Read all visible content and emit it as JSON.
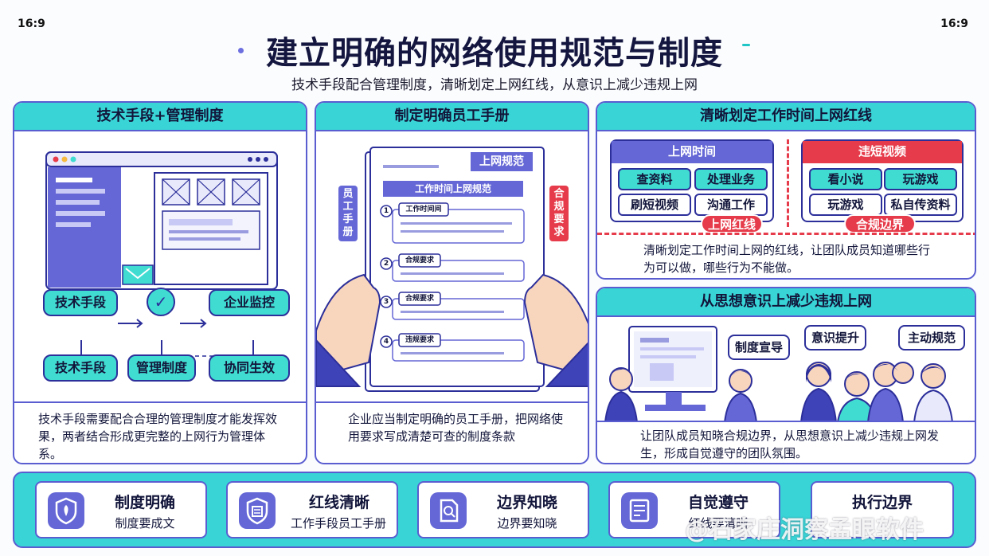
{
  "corner_labels": {
    "left": "16:9",
    "right": "16:9"
  },
  "title": "建立明确的网络使用规范与制度",
  "subtitle": "技术手段配合管理制度，清晰划定上网红线，从意识上减少违规上网",
  "panel1": {
    "header": "技术手段+管理制度",
    "nodes": {
      "tech1": "技术手段",
      "monitor": "企业监控",
      "tech2": "技术手段",
      "mgmt": "管理制度",
      "synergy": "协同生效"
    },
    "check_icon": "✓",
    "description": "技术手段需要配合合理的管理制度才能发挥效果，两者结合形成更完整的上网行为管理体系。"
  },
  "panel2": {
    "header": "制定明确员工手册",
    "doc_tab": "上网规范",
    "doc_heading": "工作时间上网规范",
    "side_left": "员工手册",
    "side_right": "合规要求",
    "items": [
      {
        "num": "1",
        "label": "工作时间间"
      },
      {
        "num": "2",
        "label": "合规要求"
      },
      {
        "num": "3",
        "label": "合规要求"
      },
      {
        "num": "4",
        "label": "违规要求"
      }
    ],
    "description": "企业应当制定明确的员工手册，把网络使用要求写成清楚可查的制度条款"
  },
  "panel3": {
    "header": "清晰划定工作时间上网红线",
    "left_box": {
      "title": "上网时间",
      "chips": [
        "查资料",
        "处理业务",
        "刷短视频",
        "沟通工作"
      ],
      "tag": "上网红线"
    },
    "right_box": {
      "title": "违短视频",
      "chips": [
        "看小说",
        "玩游戏",
        "玩游戏",
        "私自传资料"
      ],
      "tag": "合规边界"
    },
    "description": "清晰划定工作时间上网的红线，让团队成员知道哪些行为可以做，哪些行为不能做。"
  },
  "panel4": {
    "header": "从思想意识上减少违规上网",
    "bubbles": [
      "制度宣导",
      "意识提升",
      "主动规范"
    ],
    "description": "让团队成员知晓合规边界，从思想意识上减少违规上网发生，形成自觉遵守的团队氛围。"
  },
  "bottom_cards": [
    {
      "title": "制度明确",
      "subtitle": "制度要成文",
      "icon": "shield-icon"
    },
    {
      "title": "红线清晰",
      "subtitle": "工作手段员工手册",
      "icon": "shield-document-icon"
    },
    {
      "title": "边界知晓",
      "subtitle": "边界要知晓",
      "icon": "search-document-icon"
    },
    {
      "title": "自觉遵守",
      "subtitle": "红线要清晰",
      "icon": "document-list-icon"
    },
    {
      "title": "执行边界",
      "subtitle": "",
      "icon": ""
    }
  ],
  "watermark": "@石家庄洞察孟眼软件",
  "colors": {
    "teal": "#38d4d6",
    "indigo": "#5a5dd0",
    "navy": "#2c2f9a",
    "red": "#e63b4a",
    "purple": "#6567d6"
  }
}
